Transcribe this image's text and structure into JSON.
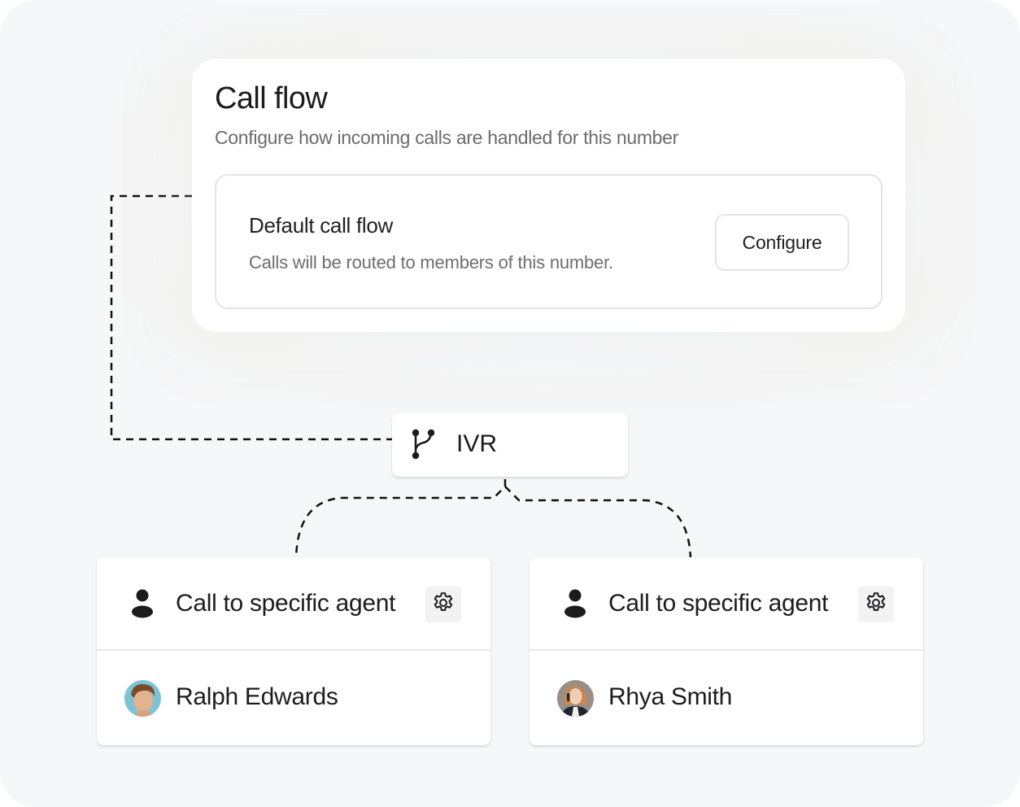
{
  "call_flow": {
    "title": "Call flow",
    "subtitle": "Configure how incoming calls are handled for this number",
    "default_flow": {
      "title": "Default call flow",
      "description": "Calls will be routed to members of this number.",
      "configure_label": "Configure"
    }
  },
  "ivr": {
    "label": "IVR",
    "icon": "git-branch-icon"
  },
  "agents": [
    {
      "type_label": "Call to specific agent",
      "type_icon": "person-icon",
      "settings_icon": "gear-icon",
      "name": "Ralph Edwards"
    },
    {
      "type_label": "Call to specific agent",
      "type_icon": "person-icon",
      "settings_icon": "gear-icon",
      "name": "Rhya Smith"
    }
  ],
  "colors": {
    "background": "#f6f7f9",
    "card": "#ffffff",
    "text_primary": "#1c1c1e",
    "text_secondary": "#6b6b70",
    "border": "#e4e4e6",
    "connector": "#111111"
  }
}
